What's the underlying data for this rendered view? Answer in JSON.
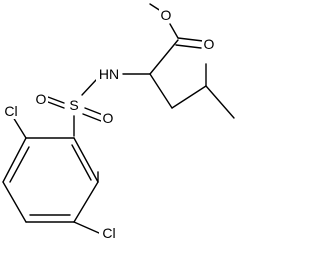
{
  "molecule": {
    "atoms": {
      "o_ester": "O",
      "o_carbonyl": "O",
      "nh": "HN",
      "s": "S",
      "o_sulfonyl_left": "O",
      "o_sulfonyl_right": "O",
      "cl_top": "Cl",
      "cl_bottom": "Cl"
    }
  }
}
